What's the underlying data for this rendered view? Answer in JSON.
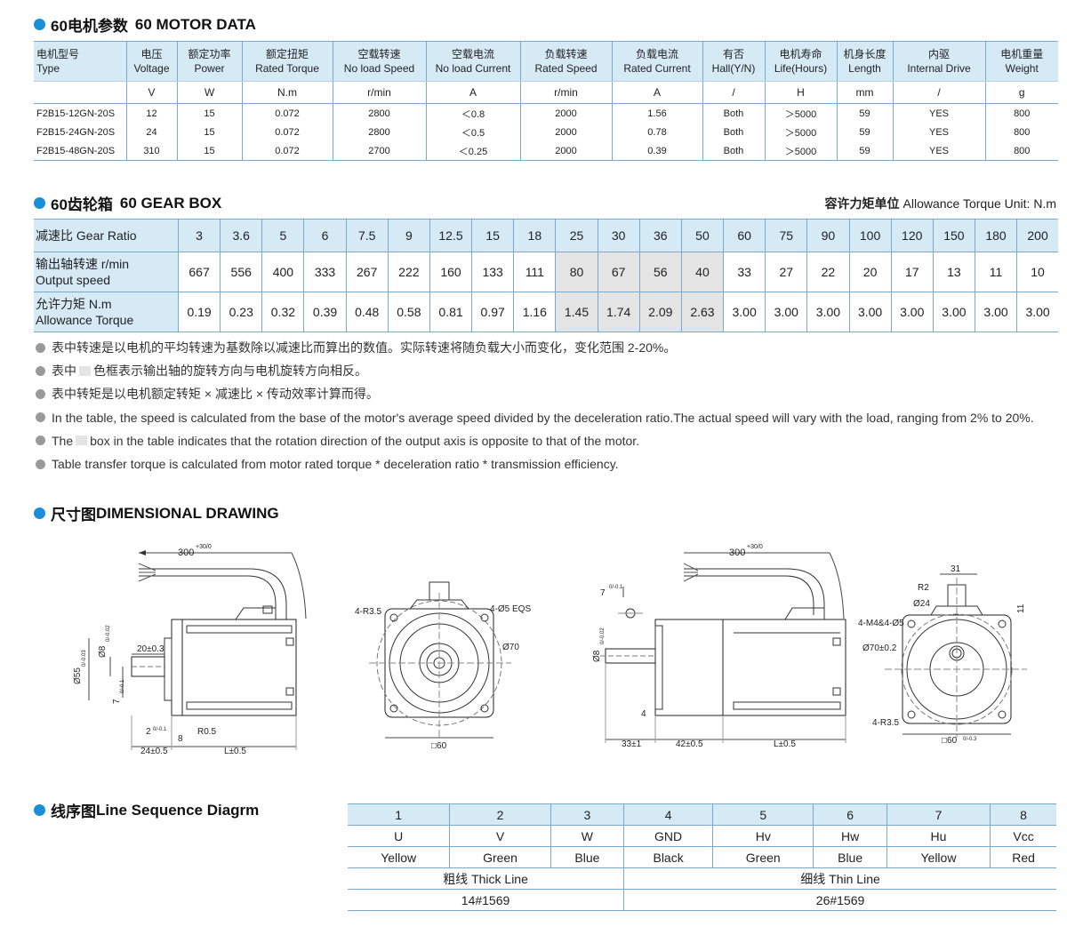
{
  "motor": {
    "title_cn": "60电机参数",
    "title_en": "60 MOTOR DATA",
    "headers": [
      {
        "cn": "电机型号",
        "en": "Type"
      },
      {
        "cn": "电压",
        "en": "Voltage"
      },
      {
        "cn": "额定功率",
        "en": "Power"
      },
      {
        "cn": "额定扭矩",
        "en": "Rated Torque"
      },
      {
        "cn": "空载转速",
        "en": "No load Speed"
      },
      {
        "cn": "空载电流",
        "en": "No load Current"
      },
      {
        "cn": "负载转速",
        "en": "Rated Speed"
      },
      {
        "cn": "负载电流",
        "en": "Rated Current"
      },
      {
        "cn": "有否",
        "en": "Hall(Y/N)"
      },
      {
        "cn": "电机寿命",
        "en": "Life(Hours)"
      },
      {
        "cn": "机身长度",
        "en": "Length"
      },
      {
        "cn": "内驱",
        "en": "Internal Drive"
      },
      {
        "cn": "电机重量",
        "en": "Weight"
      }
    ],
    "units": [
      "",
      "V",
      "W",
      "N.m",
      "r/min",
      "A",
      "r/min",
      "A",
      "/",
      "H",
      "mm",
      "/",
      "g"
    ],
    "rows": [
      [
        "F2B15-12GN-20S",
        "12",
        "15",
        "0.072",
        "2800",
        "＜0.8",
        "2000",
        "1.56",
        "Both",
        "＞5000",
        "59",
        "YES",
        "800"
      ],
      [
        "F2B15-24GN-20S",
        "24",
        "15",
        "0.072",
        "2800",
        "＜0.5",
        "2000",
        "0.78",
        "Both",
        "＞5000",
        "59",
        "YES",
        "800"
      ],
      [
        "F2B15-48GN-20S",
        "310",
        "15",
        "0.072",
        "2700",
        "＜0.25",
        "2000",
        "0.39",
        "Both",
        "＞5000",
        "59",
        "YES",
        "800"
      ]
    ]
  },
  "gear": {
    "title_cn": "60齿轮箱",
    "title_en": "60 GEAR BOX",
    "unit_cn": "容许力矩单位",
    "unit_en": "Allowance Torque Unit: N.m",
    "ratio_label": "减速比 Gear Ratio",
    "speed_label_cn": "输出轴转速 r/min",
    "speed_label_en": "Output speed",
    "torque_label_cn": "允许力矩  N.m",
    "torque_label_en": "Allowance Torque",
    "ratios": [
      "3",
      "3.6",
      "5",
      "6",
      "7.5",
      "9",
      "12.5",
      "15",
      "18",
      "25",
      "30",
      "36",
      "50",
      "60",
      "75",
      "90",
      "100",
      "120",
      "150",
      "180",
      "200"
    ],
    "speeds": [
      "667",
      "556",
      "400",
      "333",
      "267",
      "222",
      "160",
      "133",
      "111",
      "80",
      "67",
      "56",
      "40",
      "33",
      "27",
      "22",
      "20",
      "17",
      "13",
      "11",
      "10"
    ],
    "torques": [
      "0.19",
      "0.23",
      "0.32",
      "0.39",
      "0.48",
      "0.58",
      "0.81",
      "0.97",
      "1.16",
      "1.45",
      "1.74",
      "2.09",
      "2.63",
      "3.00",
      "3.00",
      "3.00",
      "3.00",
      "3.00",
      "3.00",
      "3.00",
      "3.00"
    ],
    "reversed": [
      false,
      false,
      false,
      false,
      false,
      false,
      false,
      false,
      false,
      true,
      true,
      true,
      true,
      false,
      false,
      false,
      false,
      false,
      false,
      false,
      false
    ]
  },
  "notes": {
    "n1": "表中转速是以电机的平均转速为基数除以减速比而算出的数值。实际转速将随负载大小而变化，变化范围 2-20%。",
    "n2a": "表中",
    "n2b": "色框表示输出轴的旋转方向与电机旋转方向相反。",
    "n3": "表中转矩是以电机额定转矩 × 减速比 × 传动效率计算而得。",
    "n4": "In the table, the speed is calculated from the base of the motor's average speed  divided by the deceleration ratio.The actual speed will vary with the load, ranging from 2% to 20%.",
    "n5a": "The",
    "n5b": "box in the table indicates that the rotation direction of the output axis is opposite to that of the motor.",
    "n6": "Table transfer torque is calculated from motor rated torque * deceleration ratio * transmission efficiency."
  },
  "drawing": {
    "title_cn": "尺寸图",
    "title_en": "DIMENSIONAL DRAWING",
    "d_cable": "300",
    "d_cable_tol": "+30/0",
    "d_flange": "Ø55",
    "d_flange_tol": "0/-0.03",
    "d_shaft": "Ø8",
    "d_shaft_tol": "0/-0.02",
    "d_shaft_len": "20±0.3",
    "d_key": "7",
    "d_key_tol": "0/-0.1",
    "d_two": "2",
    "d_two_tol": "0/-0.1",
    "d_eight": "8",
    "d_r05": "R0.5",
    "d_24": "24±0.5",
    "d_L": "L±0.5",
    "d_4r35": "4-R3.5",
    "d_4o5": "4-Ø5 EQS",
    "d_o70": "Ø70",
    "d_sq60": "□60",
    "d_33": "33±1",
    "d_42": "42±0.5",
    "d_4": "4",
    "d_31": "31",
    "d_r2": "R2",
    "d_o24": "Ø24",
    "d_4m4": "4-M4&4-Ø5",
    "d_o702": "Ø70±0.2",
    "d_11": "11",
    "d_sq60b": "□60",
    "d_sq60b_tol": "0/-0.3"
  },
  "sequence": {
    "title_cn": "线序图",
    "title_en": "Line Sequence Diagrm",
    "numbers": [
      "1",
      "2",
      "3",
      "4",
      "5",
      "6",
      "7",
      "8"
    ],
    "signals": [
      "U",
      "V",
      "W",
      "GND",
      "Hv",
      "Hw",
      "Hu",
      "Vcc"
    ],
    "colors": [
      "Yellow",
      "Green",
      "Blue",
      "Black",
      "Green",
      "Blue",
      "Yellow",
      "Red"
    ],
    "thick_label": "粗线 Thick Line",
    "thin_label": "细线 Thin Line",
    "thick_spec": "14#1569",
    "thin_spec": "26#1569"
  },
  "colors": {
    "accent": "#1a8fd8",
    "header_bg": "#d6eaf6",
    "grid_line": "#7ba9cc",
    "reverse_box": "#e4e4e4"
  }
}
